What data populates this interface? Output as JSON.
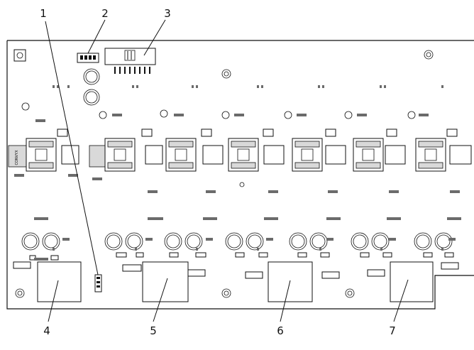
{
  "callouts": [
    {
      "id": "c1",
      "text": "1"
    },
    {
      "id": "c2",
      "text": "2"
    },
    {
      "id": "c3",
      "text": "3"
    },
    {
      "id": "c4",
      "text": "4"
    },
    {
      "id": "c5",
      "text": "5"
    },
    {
      "id": "c6",
      "text": "6"
    },
    {
      "id": "c7",
      "text": "7"
    }
  ],
  "silkscreen": {
    "left_block_mark": "CONVYX"
  }
}
